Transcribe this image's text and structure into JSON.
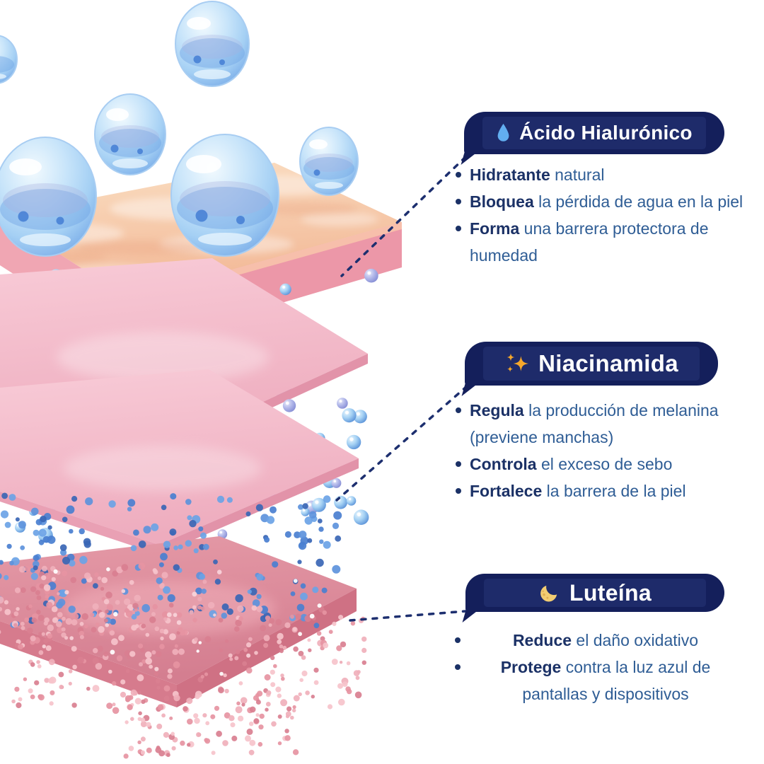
{
  "colors": {
    "background": "#ffffff",
    "pill_bg": "#141f5b",
    "pill_inner": "#1e2b6a",
    "title_text": "#ffffff",
    "bold_text": "#1b3166",
    "body_text": "#2f5d95",
    "connector": "#1d2f6f",
    "drop_icon": "#62aef0",
    "sparkles_icon": "#f5a72b",
    "moon_icon": "#f2cd72",
    "moon_crater": "#dfae52"
  },
  "sections": [
    {
      "id": "acido-hialuronico",
      "icon": "water-drop-icon",
      "title": "Ácido Hialurónico",
      "bullets": [
        {
          "bold": "Hidratante",
          "rest": " natural"
        },
        {
          "bold": "Bloquea",
          "rest": " la pérdida de agua en la piel"
        },
        {
          "bold": "Forma",
          "rest": " una barrera protectora de humedad"
        }
      ]
    },
    {
      "id": "niacinamida",
      "icon": "sparkles-icon",
      "title": "Niacinamida",
      "bullets": [
        {
          "bold": "Regula",
          "rest": " la producción de melanina (previene manchas)"
        },
        {
          "bold": "Controla",
          "rest": " el exceso de sebo"
        },
        {
          "bold": "Fortalece",
          "rest": " la barrera de la piel"
        }
      ]
    },
    {
      "id": "luteina",
      "icon": "crescent-moon-icon",
      "title": "Luteína",
      "bullets": [
        {
          "bold": "Reduce",
          "rest": " el daño oxidativo"
        },
        {
          "bold": "Protege",
          "rest": " contra la luz azul de pantallas y dispositivos"
        }
      ]
    }
  ]
}
